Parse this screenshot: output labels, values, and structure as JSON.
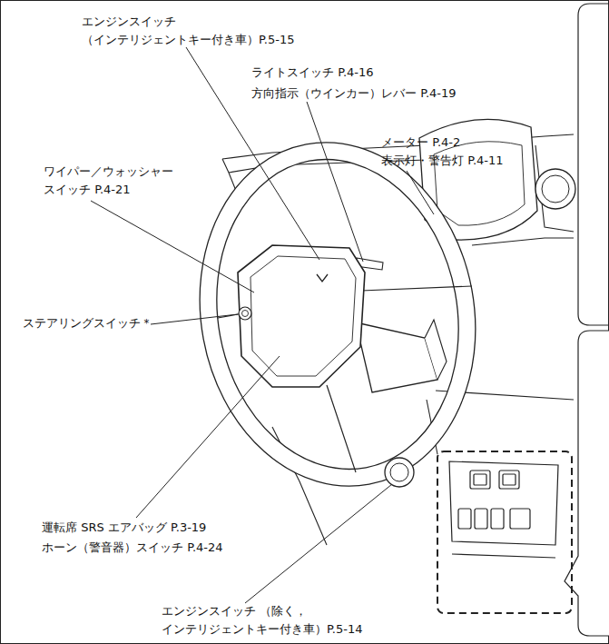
{
  "diagram": {
    "labels": [
      "エンジンスイッチ （インテリジェントキー付き車）P.5-15",
      "ライトスイッチ P.4-16",
      "方向指示（ウインカー）レバー P.4-19",
      "メーター P.4-2",
      "表示灯・警告灯 P.4-11",
      "ワイパー／ウォッシャー スイッチ P.4-21",
      "ステアリングスイッチ＊",
      "運転席 SRS エアバッグ P.3-19",
      "ホーン（警音器）スイッチ P.4-24",
      "エンジンスイッチ （除く，インテリジェントキー付き車）P.5-14"
    ]
  }
}
